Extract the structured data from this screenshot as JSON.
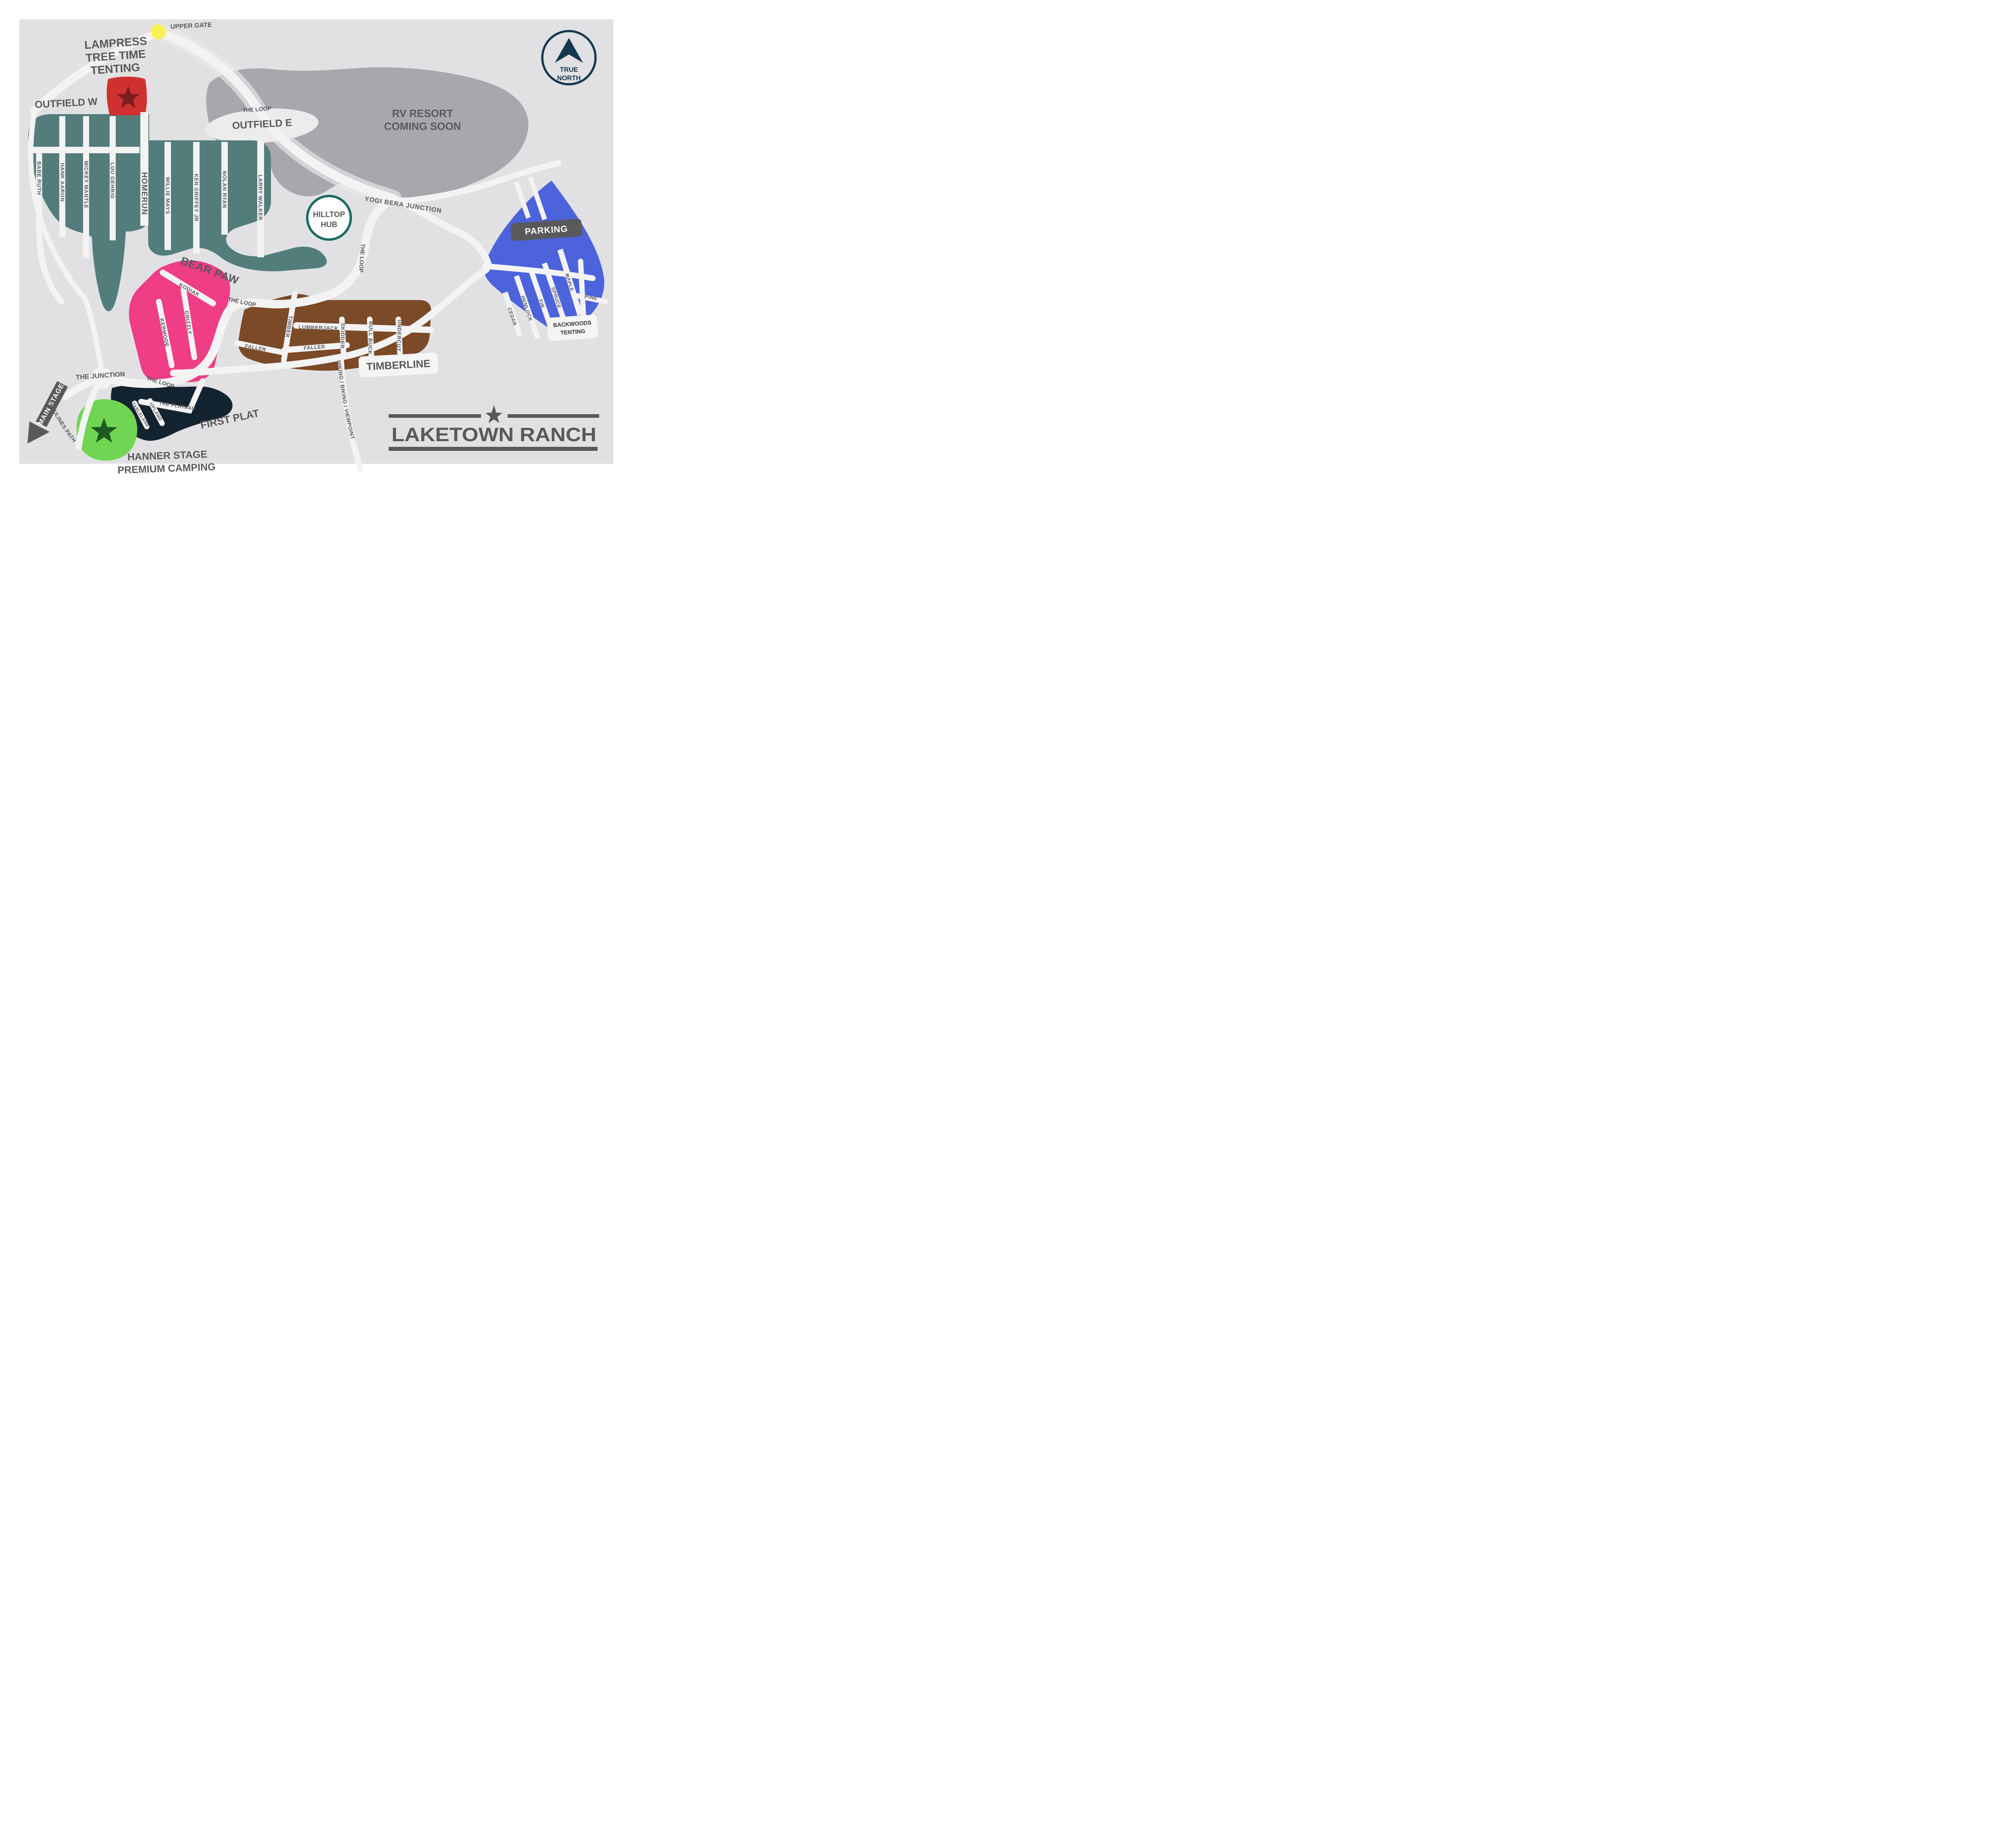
{
  "branding": {
    "name": "LAKETOWN RANCH",
    "logo_color": "#58595b"
  },
  "compass": {
    "line1": "TRUE",
    "line2": "NORTH",
    "color": "#16384f"
  },
  "colors": {
    "map_bg": "#e1e1e3",
    "road": "#f3f3f4",
    "label": "#58595b",
    "gate_yellow": "#f6f353"
  },
  "poi": {
    "upper_gate": "UPPER GATE",
    "hilltop_hub": {
      "line1": "HILLTOP",
      "line2": "HUB",
      "ring_color": "#1c6b60"
    },
    "main_stage": "MAIN STAGE",
    "the_junction": "THE JUNCTION",
    "yogi_bera_junction": "YOGI BERA JUNCTION",
    "paulines_path": "PAULINES PATH",
    "hiking_trail": "HIKING / BIKING / VIEWPOINT",
    "the_loop": "THE LOOP"
  },
  "areas": {
    "lampress": {
      "line1": "LAMPRESS",
      "line2": "TREE TIME",
      "line3": "TENTING",
      "color": "#cf3131",
      "star_color": "#7c1d1d"
    },
    "outfield_w": {
      "label": "OUTFIELD W",
      "color": "#537d7b",
      "roads": {
        "babe_ruth": "BABE RUTH",
        "hank_aaron": "HANK AARON",
        "mickey_mantle": "MICKEY MANTLE",
        "lou_gehrig": "LOU GEHRIG",
        "homerun": "HOMERUN"
      }
    },
    "outfield_e": {
      "label": "OUTFIELD E",
      "color": "#537d7b",
      "roads": {
        "willie_mays": "WILLIE MAYS",
        "ken_griffey_jr": "KEN GRIFFEY JR",
        "nolan_ryan": "NOLAN RYAN",
        "larry_walker": "LARRY WALKER"
      }
    },
    "rv_resort": {
      "line1": "RV RESORT",
      "line2": "COMING SOON",
      "color": "#a8a8ac"
    },
    "bear_paw": {
      "label": "BEAR PAW",
      "color": "#ef3d86",
      "roads": {
        "kodiak": "KODIAK",
        "kermode": "KERMODE",
        "grizzly": "GRIZZLY"
      }
    },
    "timberline": {
      "label": "TIMBERLINE",
      "color": "#7b4a27",
      "roads": {
        "lumberjack": "LUMBERJACK",
        "timber": "TIMBER",
        "faller": "FALLER",
        "skidder": "SKIDDER",
        "bull_buck": "BULL BUCK",
        "undercut": "UNDERCUT"
      }
    },
    "parking": {
      "label": "PARKING",
      "color": "#4c63dc",
      "banner_bg": "#58595b",
      "roads": {
        "cedar": "CEDAR",
        "hemlock": "HEMLOCK",
        "fir": "FIR",
        "spruce": "SPRUCE",
        "maple": "MAPLE",
        "pine": "PINE"
      },
      "backwoods": {
        "line1": "BACKWOODS",
        "line2": "TENTING"
      }
    },
    "first_plat": {
      "label": "FIRST PLAT",
      "color": "#142330",
      "roads": {
        "tableland": "TABLELAND",
        "upland": "UPLAND",
        "the_plateau": "THE PLATEAU"
      }
    },
    "hanner_stage": {
      "line1": "HANNER STAGE",
      "line2": "PREMIUM CAMPING",
      "color": "#6fd553",
      "star_color": "#1d5a21"
    }
  }
}
